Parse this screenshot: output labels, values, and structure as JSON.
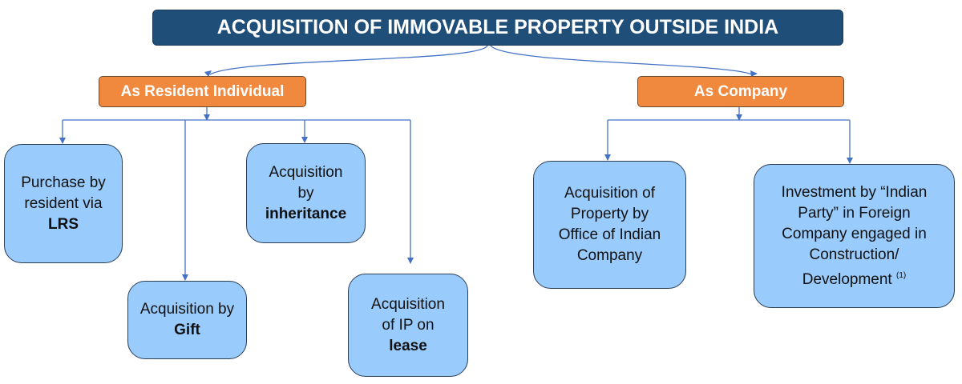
{
  "title": "ACQUISITION OF IMMOVABLE PROPERTY OUTSIDE INDIA",
  "categories": {
    "resident": "As Resident Individual",
    "company": "As Company"
  },
  "nodes": {
    "lrs": {
      "text": "Purchase by resident via",
      "bold": "LRS"
    },
    "gift": {
      "text": "Acquisition by",
      "bold": "Gift"
    },
    "inheritance": {
      "text": "Acquisition by",
      "bold": "inheritance"
    },
    "lease": {
      "text": "Acquisition of IP on",
      "bold": "lease"
    },
    "office": {
      "text": "Acquisition of Property by Office of Indian Company"
    },
    "investment": {
      "text": "Investment by “Indian Party” in Foreign Company engaged in Construction/ Development",
      "note": "(1)"
    }
  },
  "colors": {
    "title": "#1f4e79",
    "category": "#f0883e",
    "node": "#99cbfc",
    "connector": "#4472c4"
  }
}
